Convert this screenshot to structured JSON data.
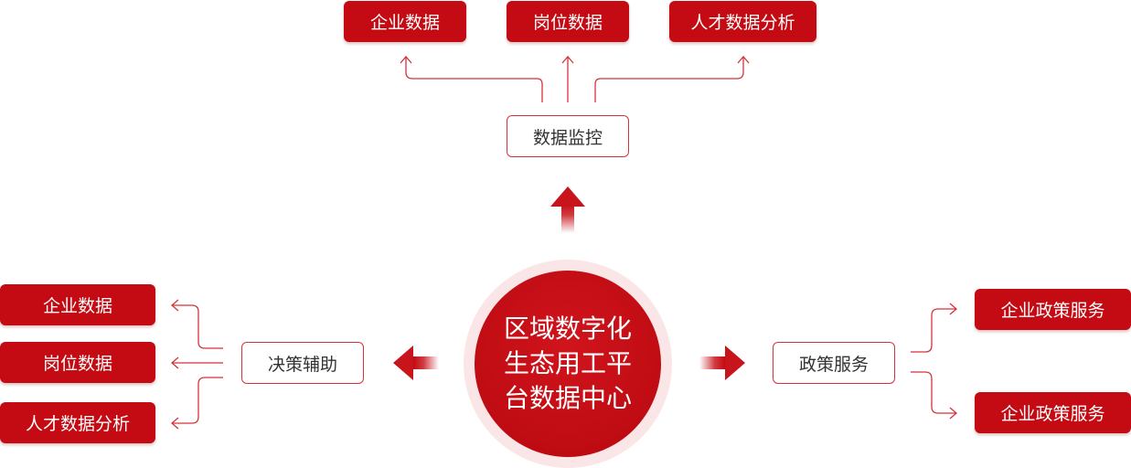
{
  "hub": {
    "line1": "区域数字化",
    "line2": "生态用工平",
    "line3": "台数据中心"
  },
  "top": {
    "center_label": "数据监控",
    "items": [
      "企业数据",
      "岗位数据",
      "人才数据分析"
    ]
  },
  "left": {
    "center_label": "决策辅助",
    "items": [
      "企业数据",
      "岗位数据",
      "人才数据分析"
    ]
  },
  "right": {
    "center_label": "政策服务",
    "items": [
      "企业政策服务",
      "企业政策服务"
    ]
  },
  "colors": {
    "accent": "#c40a12",
    "line": "#d5333b",
    "hub_ring": "#fbe6e7"
  }
}
